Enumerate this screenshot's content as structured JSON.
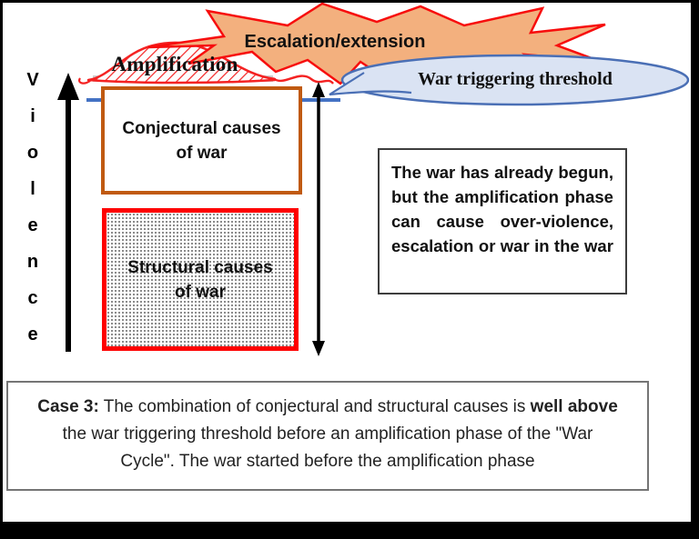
{
  "axis": {
    "letters": [
      "V",
      "i",
      "o",
      "l",
      "e",
      "n",
      "c",
      "e"
    ]
  },
  "labels": {
    "amplification": "Amplification",
    "escalation": "Escalation/extension",
    "threshold": "War triggering threshold"
  },
  "cause_boxes": {
    "conjectural": "Conjectural causes\nof war",
    "structural": "Structural causes\nof war"
  },
  "note_box": {
    "lines": [
      "The war has already begun,",
      "but the amplification phase",
      "can cause over-violence,",
      "escalation or war in the war"
    ]
  },
  "caption_box": {
    "lines": [
      [
        {
          "t": "Case 3:",
          "b": true
        },
        {
          "t": " The combination of conjectural and structural causes is ",
          "b": false
        },
        {
          "t": "well above",
          "b": true
        }
      ],
      [
        {
          "t": "the war triggering threshold before an amplification phase of the \"War",
          "b": false
        }
      ],
      [
        {
          "t": "Cycle\". The war started before the amplification phase",
          "b": false
        }
      ]
    ]
  },
  "colors": {
    "starburst_fill": "#f3b07e",
    "starburst_stroke": "#f70d0d",
    "cloud_fill": "#dae3f3",
    "cloud_stroke": "#4a6fb5",
    "threshold_line": "#4472c4",
    "conjectural_border": "#c05a11",
    "structural_border": "#fe0000",
    "hatch_red": "#f42222",
    "arrow_black": "#000000"
  }
}
